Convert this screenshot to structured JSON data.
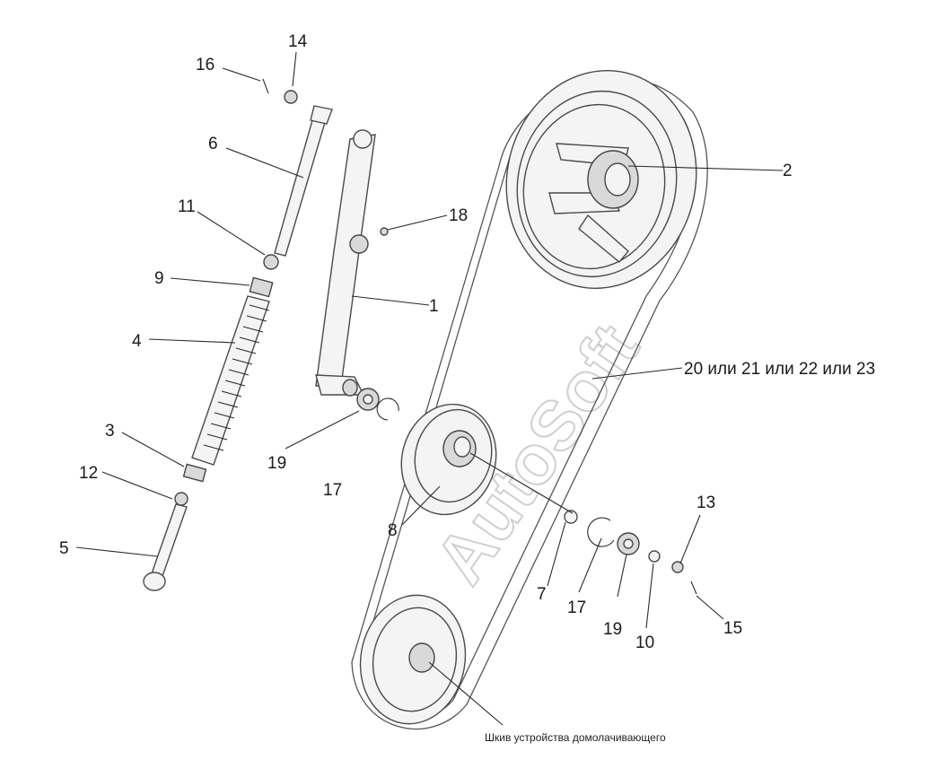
{
  "callouts": {
    "c1": "1",
    "c2": "2",
    "c3": "3",
    "c4": "4",
    "c5": "5",
    "c6": "6",
    "c7": "7",
    "c8": "8",
    "c9": "9",
    "c10": "10",
    "c11": "11",
    "c12": "12",
    "c13": "13",
    "c14": "14",
    "c15": "15",
    "c16": "16",
    "c17a": "17",
    "c17b": "17",
    "c18": "18",
    "c19a": "19",
    "c19b": "19",
    "belt": "20 или 21 или 22 или 23"
  },
  "caption": "Шкив устройства домолачивающего",
  "watermark": "AutoSoft"
}
